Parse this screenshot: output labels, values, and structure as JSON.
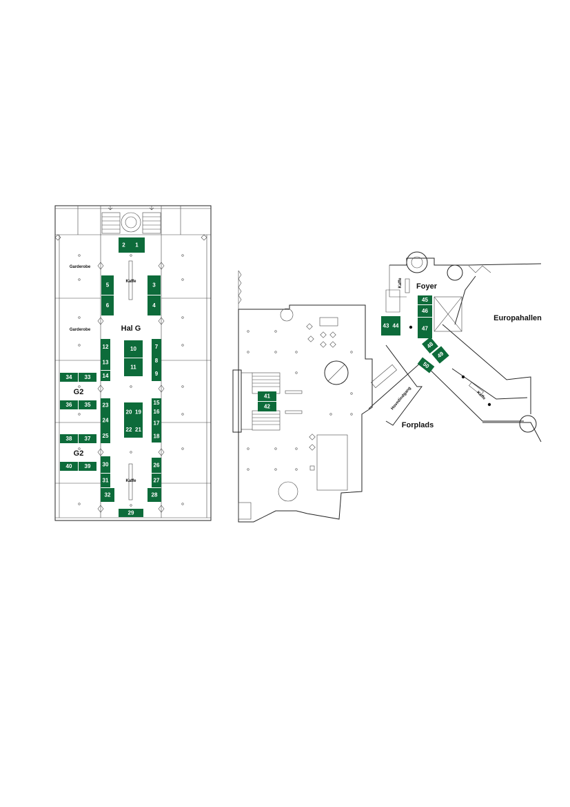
{
  "colors": {
    "booth": "#0d6b3a",
    "booth_text": "#ffffff",
    "walls": "#222222"
  },
  "labels": {
    "hal_g": "Hal G",
    "garderobe_top": "Garderobe",
    "garderobe_bottom": "Garderobe",
    "kaffe_top": "Kaffe",
    "kaffe_bottom": "Kaffe",
    "g2_top": "G2",
    "g2_bottom": "G2",
    "foyer": "Foyer",
    "kaffe_foyer": "Kaffe",
    "europahallen": "Europahallen",
    "forplads": "Forplads",
    "hovedindgang": "Hovedindgang",
    "kaffe_europa": "Kaffe"
  },
  "booths": [
    {
      "number": "1"
    },
    {
      "number": "2"
    },
    {
      "number": "3"
    },
    {
      "number": "4"
    },
    {
      "number": "5"
    },
    {
      "number": "6"
    },
    {
      "number": "7"
    },
    {
      "number": "8"
    },
    {
      "number": "9"
    },
    {
      "number": "10"
    },
    {
      "number": "11"
    },
    {
      "number": "12"
    },
    {
      "number": "13"
    },
    {
      "number": "14"
    },
    {
      "number": "15"
    },
    {
      "number": "16"
    },
    {
      "number": "17"
    },
    {
      "number": "18"
    },
    {
      "number": "19"
    },
    {
      "number": "20"
    },
    {
      "number": "21"
    },
    {
      "number": "22"
    },
    {
      "number": "23"
    },
    {
      "number": "24"
    },
    {
      "number": "25"
    },
    {
      "number": "26"
    },
    {
      "number": "27"
    },
    {
      "number": "28"
    },
    {
      "number": "29"
    },
    {
      "number": "30"
    },
    {
      "number": "31"
    },
    {
      "number": "32"
    },
    {
      "number": "33"
    },
    {
      "number": "34"
    },
    {
      "number": "35"
    },
    {
      "number": "36"
    },
    {
      "number": "37"
    },
    {
      "number": "38"
    },
    {
      "number": "39"
    },
    {
      "number": "40"
    },
    {
      "number": "41"
    },
    {
      "number": "42"
    },
    {
      "number": "43"
    },
    {
      "number": "44"
    },
    {
      "number": "45"
    },
    {
      "number": "46"
    },
    {
      "number": "47"
    },
    {
      "number": "48"
    },
    {
      "number": "49"
    },
    {
      "number": "50"
    }
  ]
}
